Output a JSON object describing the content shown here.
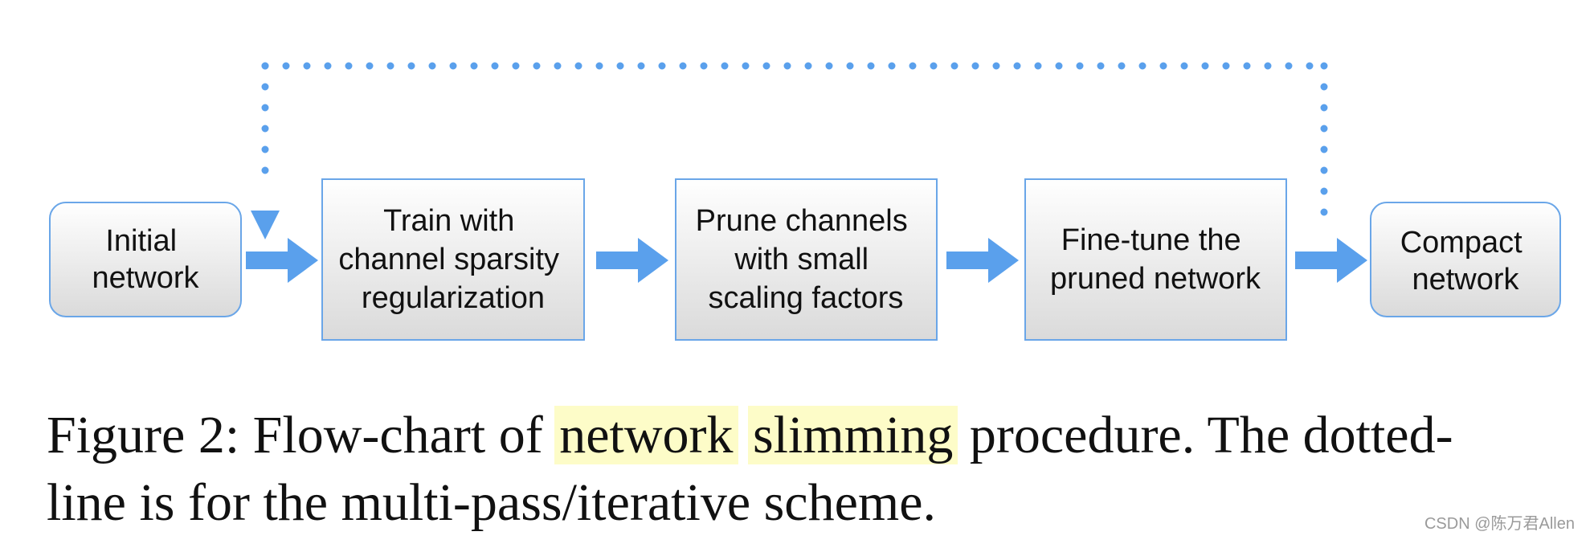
{
  "diagram": {
    "nodes": [
      {
        "id": "initial",
        "lines": [
          "Initial",
          "network"
        ],
        "shape": "rounded"
      },
      {
        "id": "train",
        "lines": [
          "Train with",
          "channel sparsity",
          "regularization"
        ],
        "shape": "rect"
      },
      {
        "id": "prune",
        "lines": [
          "Prune channels",
          "with small",
          "scaling factors"
        ],
        "shape": "rect"
      },
      {
        "id": "finetune",
        "lines": [
          "Fine-tune the",
          "pruned network"
        ],
        "shape": "rect"
      },
      {
        "id": "compact",
        "lines": [
          "Compact",
          "network"
        ],
        "shape": "rounded"
      }
    ],
    "edges": [
      {
        "from": "initial",
        "to": "train",
        "style": "solid"
      },
      {
        "from": "train",
        "to": "prune",
        "style": "solid"
      },
      {
        "from": "prune",
        "to": "finetune",
        "style": "solid"
      },
      {
        "from": "finetune",
        "to": "compact",
        "style": "solid"
      },
      {
        "from": "finetune",
        "to": "train",
        "style": "dotted"
      }
    ],
    "colors": {
      "arrow": "#5aa0ec",
      "box_border": "#6aa6e8",
      "box_fill_top": "#ffffff",
      "box_fill_bottom": "#dcdcdc",
      "highlight": "#fdfcc8"
    }
  },
  "caption": {
    "line1_prefix": "Figure 2: Flow-chart of ",
    "line1_hl1": "network",
    "line1_hl2": "slimming",
    "line1_suffix": " procedure. The dotted-",
    "line2": "line is for the multi-pass/iterative scheme."
  },
  "watermark": "CSDN @陈万君Allen"
}
